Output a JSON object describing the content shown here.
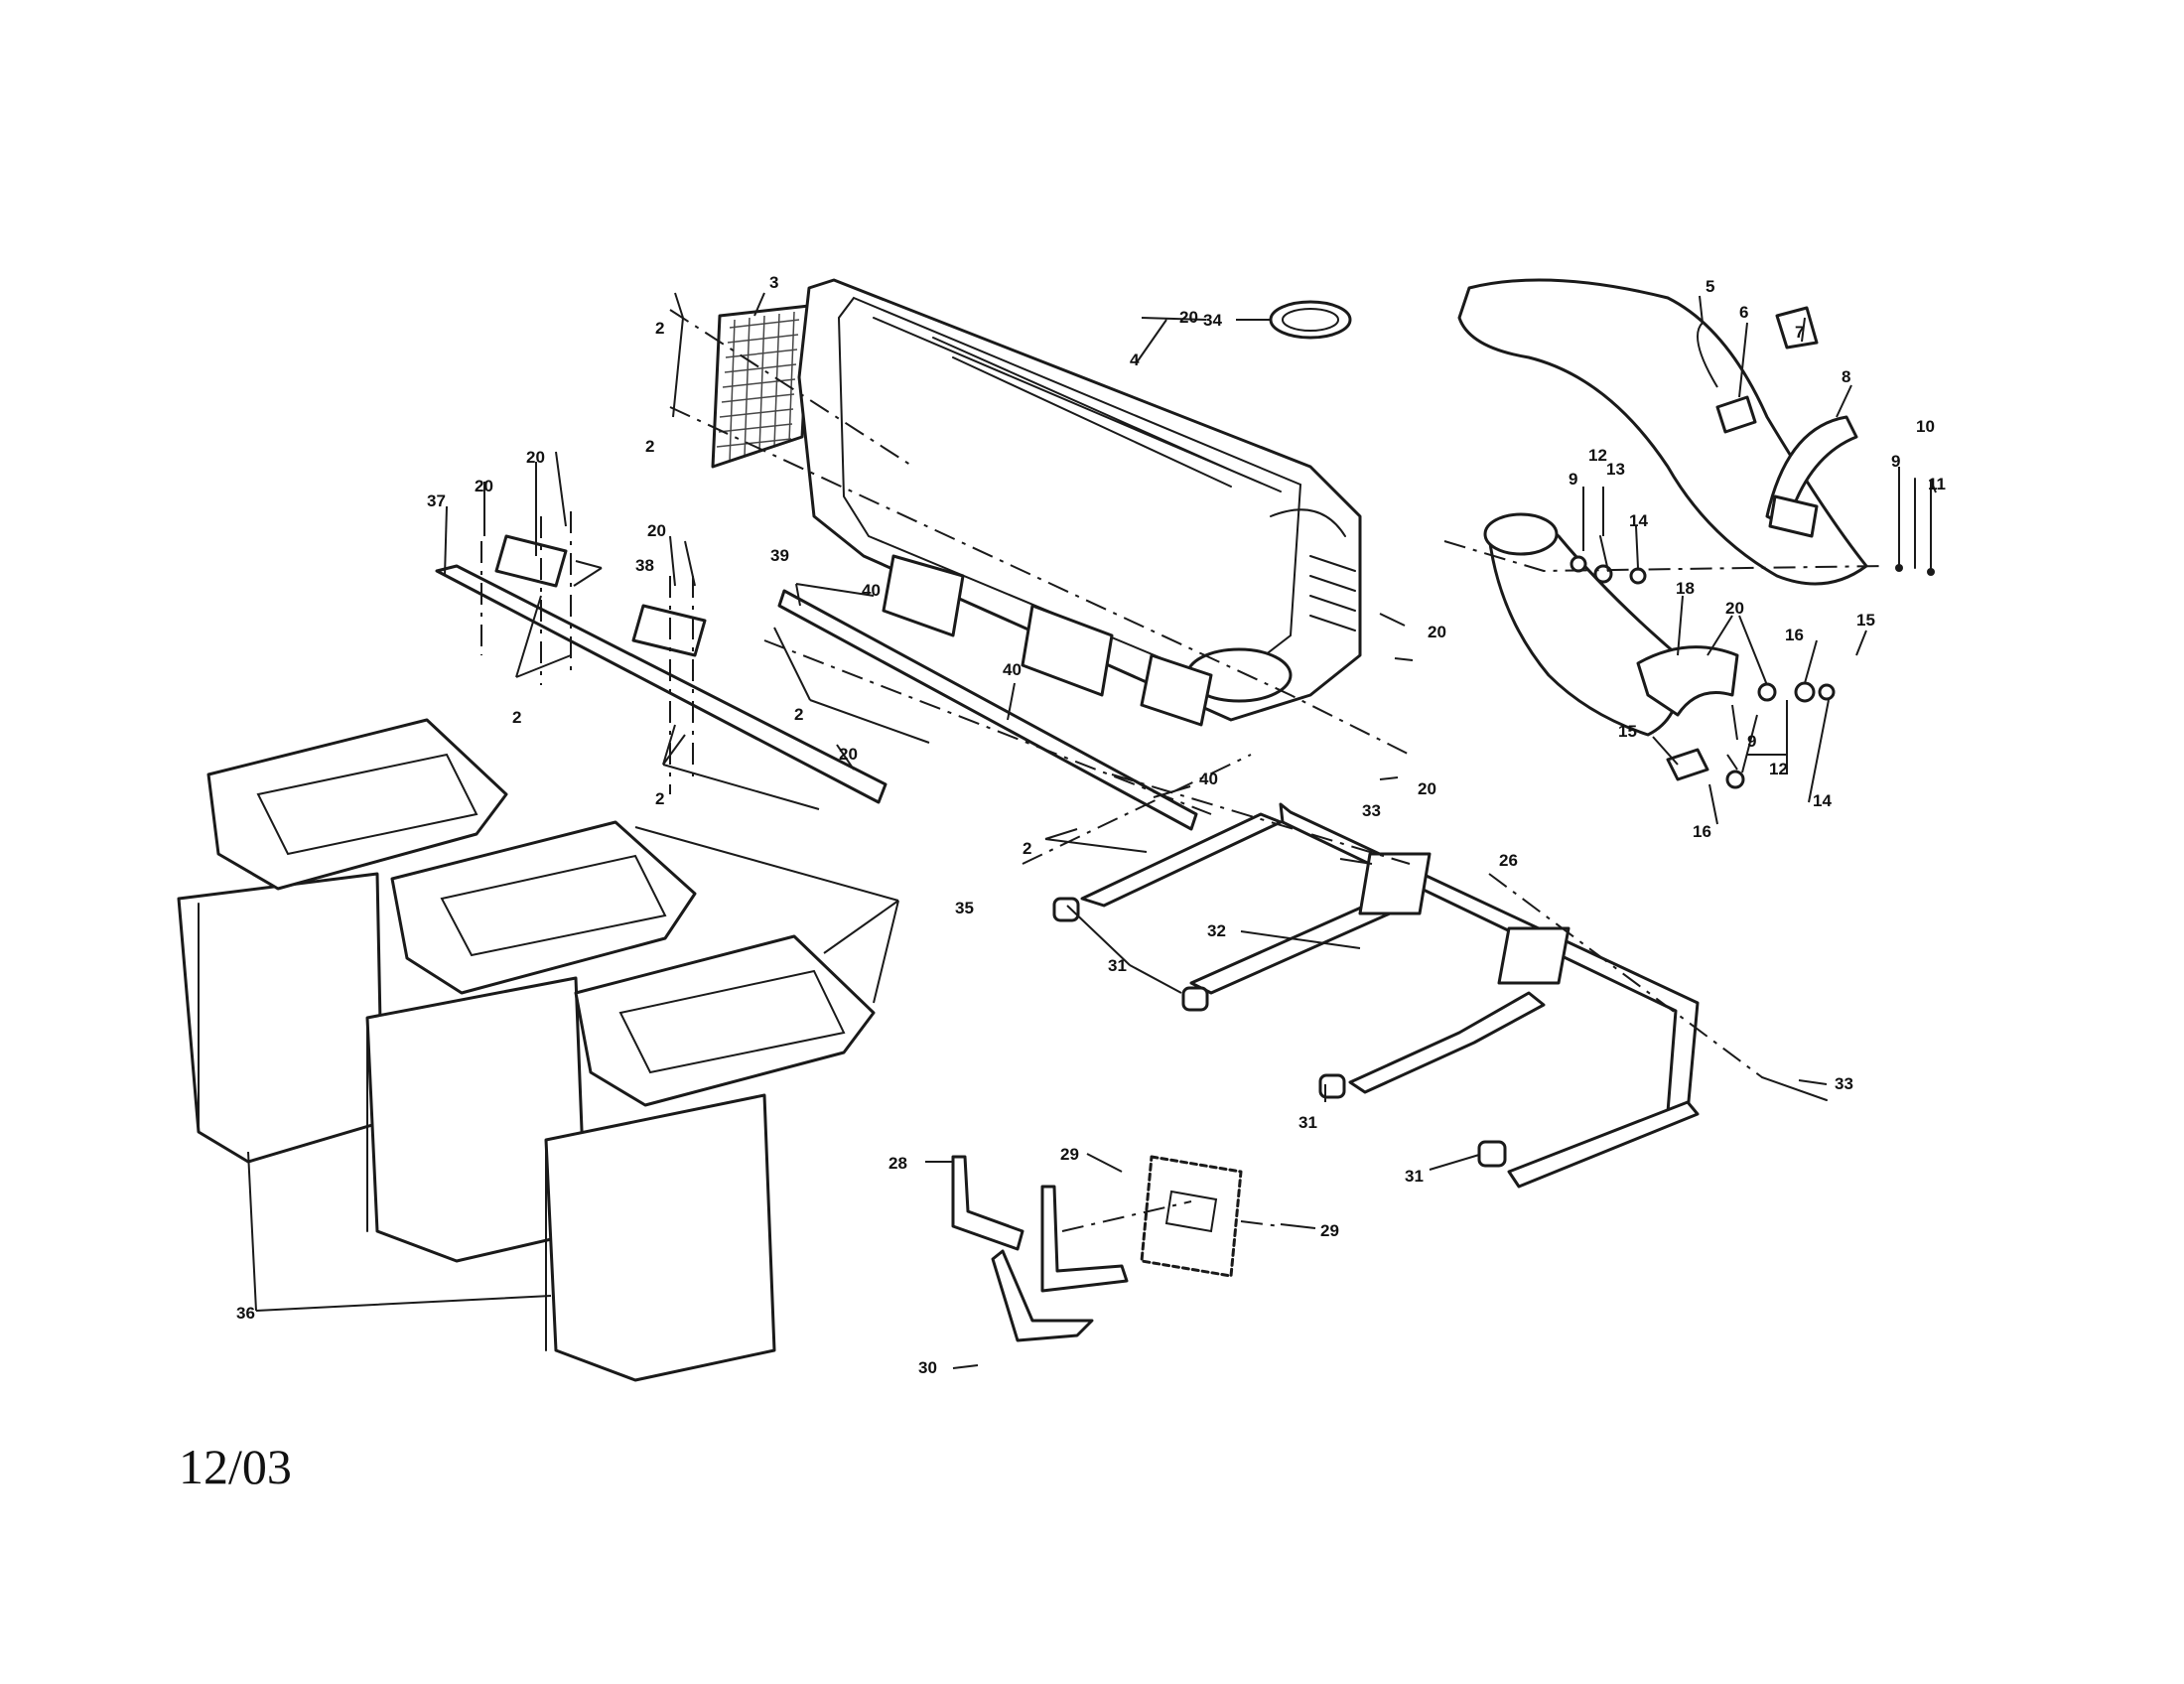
{
  "date_code": "12/03",
  "callouts": {
    "c2a": "2",
    "c2b": "2",
    "c2c": "2",
    "c2d": "2",
    "c2e": "2",
    "c2f": "2",
    "c3": "3",
    "c4": "4",
    "c5": "5",
    "c6": "6",
    "c7": "7",
    "c8": "8",
    "c9a": "9",
    "c9b": "9",
    "c9c": "9",
    "c10": "10",
    "c11": "11",
    "c12a": "12",
    "c12b": "12",
    "c13": "13",
    "c14a": "14",
    "c14b": "14",
    "c15a": "15",
    "c15b": "15",
    "c16a": "16",
    "c16b": "16",
    "c18": "18",
    "c20a": "20",
    "c20b": "20",
    "c20c": "20",
    "c20d": "20",
    "c20e": "20",
    "c20f": "20",
    "c20g": "20",
    "c20h": "20",
    "c26": "26",
    "c28": "28",
    "c29a": "29",
    "c29b": "29",
    "c30": "30",
    "c31a": "31",
    "c31b": "31",
    "c31c": "31",
    "c32": "32",
    "c33a": "33",
    "c33b": "33",
    "c34": "34",
    "c35": "35",
    "c36": "36",
    "c37": "37",
    "c38": "38",
    "c39": "39",
    "c40a": "40",
    "c40b": "40",
    "c40c": "40"
  }
}
